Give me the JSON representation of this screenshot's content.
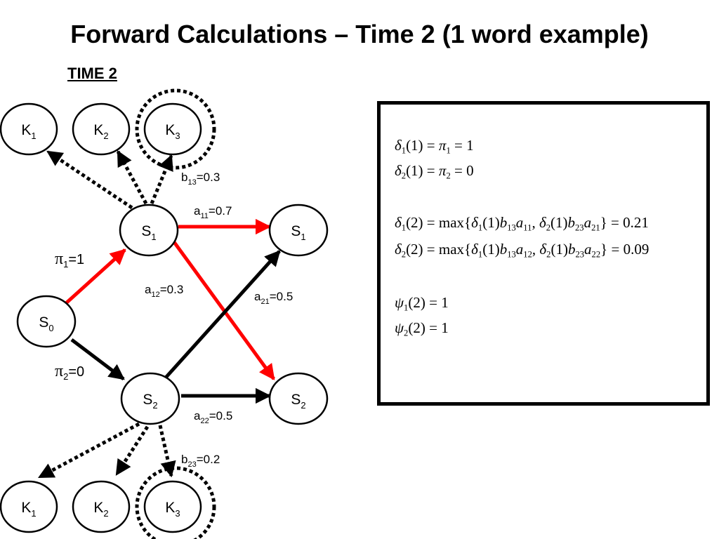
{
  "title": "Forward Calculations – Time 2 (1 word example)",
  "time_label": "TIME 2",
  "nodes": {
    "k1_top": {
      "base": "K",
      "sub": "1"
    },
    "k2_top": {
      "base": "K",
      "sub": "2"
    },
    "k3_top": {
      "base": "K",
      "sub": "3"
    },
    "s1_left": {
      "base": "S",
      "sub": "1"
    },
    "s1_right": {
      "base": "S",
      "sub": "1"
    },
    "s0": {
      "base": "S",
      "sub": "0"
    },
    "s2_left": {
      "base": "S",
      "sub": "2"
    },
    "s2_right": {
      "base": "S",
      "sub": "2"
    },
    "k1_bottom": {
      "base": "K",
      "sub": "1"
    },
    "k2_bottom": {
      "base": "K",
      "sub": "2"
    },
    "k3_bottom": {
      "base": "K",
      "sub": "3"
    }
  },
  "edge_labels": {
    "b13": {
      "base": "b",
      "sub": "13",
      "rest": "=0.3"
    },
    "a11": {
      "base": "a",
      "sub": "11",
      "rest": "=0.7"
    },
    "pi1": {
      "base": "π",
      "sub": "1",
      "rest": "=1"
    },
    "a12": {
      "base": "a",
      "sub": "12",
      "rest": "=0.3"
    },
    "a21": {
      "base": "a",
      "sub": "21",
      "rest": "=0.5"
    },
    "pi2": {
      "base": "π",
      "sub": "2",
      "rest": "=0"
    },
    "a22": {
      "base": "a",
      "sub": "22",
      "rest": "=0.5"
    },
    "b23": {
      "base": "b",
      "sub": "23",
      "rest": "=0.2"
    }
  },
  "equations": {
    "delta1_1": {
      "result": "1"
    },
    "delta2_1": {
      "result": "0"
    },
    "delta1_2": {
      "result": "0.21"
    },
    "delta2_2": {
      "result": "0.09"
    },
    "psi1_2": {
      "result": "1"
    },
    "psi2_2": {
      "result": "1"
    }
  },
  "colors": {
    "highlight_path": "#ff0000",
    "default_path": "#000000"
  }
}
